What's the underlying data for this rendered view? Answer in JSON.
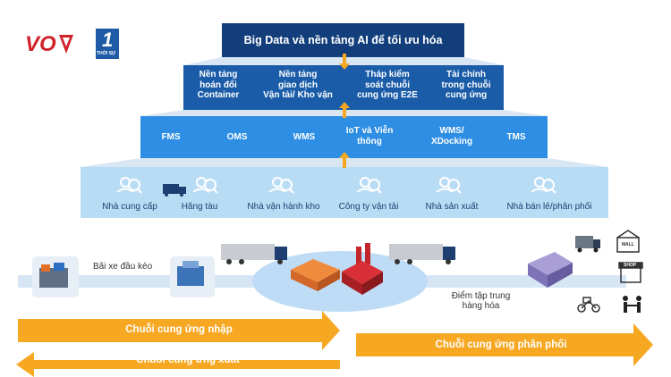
{
  "logo": {
    "text": "VOV",
    "number": "1",
    "subtext": "THỜI SỰ",
    "color_red": "#d0222a",
    "color_blue": "#1f5aa6"
  },
  "pyramid": {
    "top": "Big Data và nền tảng AI để tối ưu hóa",
    "level2": [
      [
        "Nền tảng",
        "hoán đổi",
        "Container"
      ],
      [
        "Nền tảng",
        "giao dịch",
        "Vận tải/ Kho vận"
      ],
      [
        "Tháp kiểm",
        "soát chuỗi",
        "cung ứng E2E"
      ],
      [
        "Tài chính",
        "trong chuỗi",
        "cung ứng"
      ]
    ],
    "level3": [
      "FMS",
      "OMS",
      "WMS",
      "IoT và Viễn thông",
      "WMS/ XDocking",
      "TMS"
    ],
    "stakeholders": [
      "Nhà cung cấp",
      "Hãng tàu",
      "Nhà vận hành kho",
      "Công ty vận tải",
      "Nhà sản xuất",
      "Nhà bán lẻ/phân phối"
    ]
  },
  "flow": {
    "truck_terminal_label": "Bãi xe đầu kéo",
    "hub_label_line1": "Điểm tập trung",
    "hub_label_line2": "hàng hóa",
    "store_sign": "SHOP",
    "mall_sign": "MALL"
  },
  "arrows": {
    "import": "Chuỗi cung ứng nhập",
    "export": "Chuỗi cung ứng xuất",
    "distribution": "Chuỗi cung ứng phân phối",
    "color": "#f7a823"
  }
}
